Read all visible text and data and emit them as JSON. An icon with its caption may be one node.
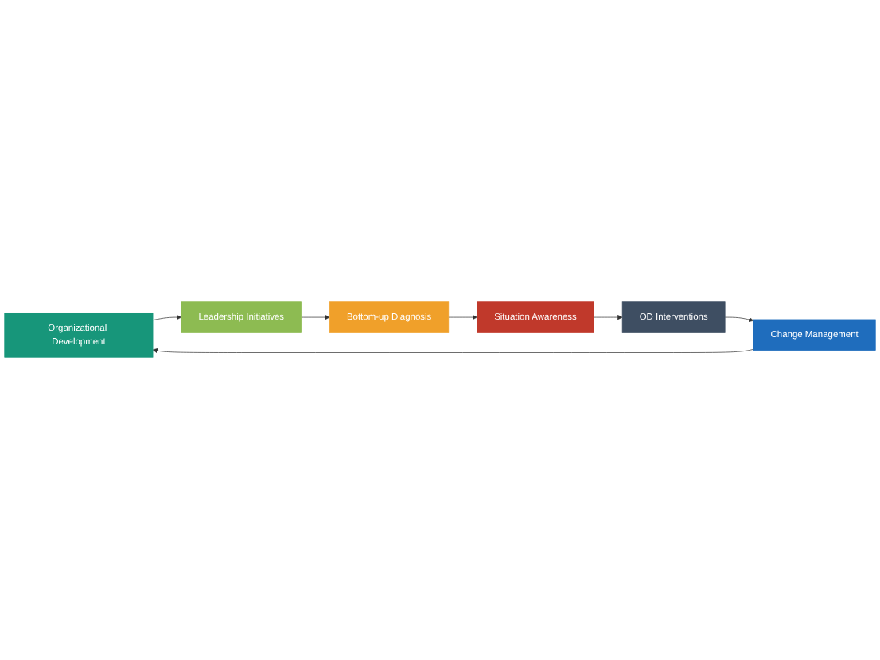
{
  "diagram": {
    "nodes": [
      {
        "text": [
          "Organizational Development"
        ]
      },
      {
        "text": [
          "Leadership Initiatives"
        ]
      },
      {
        "text": [
          "Bottom-up Diagnosis"
        ]
      },
      {
        "text": [
          "Situation Awareness"
        ]
      },
      {
        "text": [
          "OD Interventions"
        ]
      },
      {
        "text": [
          "Change Management"
        ]
      }
    ],
    "edges": [
      {
        "from": 0,
        "to": 1,
        "arrow": "to"
      },
      {
        "from": 1,
        "to": 2,
        "arrow": "to"
      },
      {
        "from": 2,
        "to": 3,
        "arrow": "to"
      },
      {
        "from": 3,
        "to": 4,
        "arrow": "to"
      },
      {
        "from": 4,
        "to": 5,
        "arrow": "to"
      },
      {
        "from": 5,
        "to": 0,
        "arrow": "to"
      }
    ]
  }
}
